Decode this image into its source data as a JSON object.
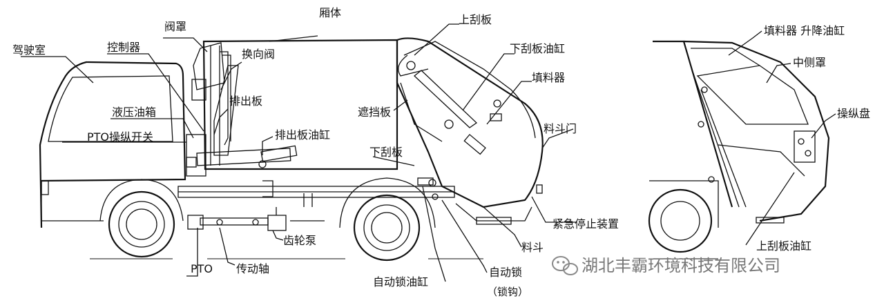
{
  "labels": {
    "cab": "驾驶室",
    "valve_cover": "阀罩",
    "box_body": "厢体",
    "controller": "控制器",
    "reversing_valve": "换向阀",
    "upper_scraper": "上刮板",
    "lower_scraper_cylinder": "下刮板油缸",
    "filler": "填料器",
    "discharge_plate": "排出板",
    "hydraulic_tank": "液压油箱",
    "baffle": "遮挡板",
    "pto_switch": "PTO操纵开关",
    "discharge_plate_cylinder": "排出板油缸",
    "hopper_door": "料斗门",
    "lower_scraper": "下刮板",
    "emergency_stop": "紧急停止装置",
    "gear_pump": "齿轮泵",
    "hopper": "料斗",
    "pto": "PTO",
    "drive_shaft": "传动轴",
    "auto_lock": "自动锁",
    "lock_hook": "（锁钩）",
    "auto_lock_cylinder": "自动锁油缸",
    "filler_lift_cylinder": "填料器 升降油缸",
    "middle_side_cover": "中侧罩",
    "control_panel": "操纵盘",
    "upper_scraper_cylinder": "上刮板油缸"
  },
  "watermark": "湖北丰霸环境科技有限公司"
}
